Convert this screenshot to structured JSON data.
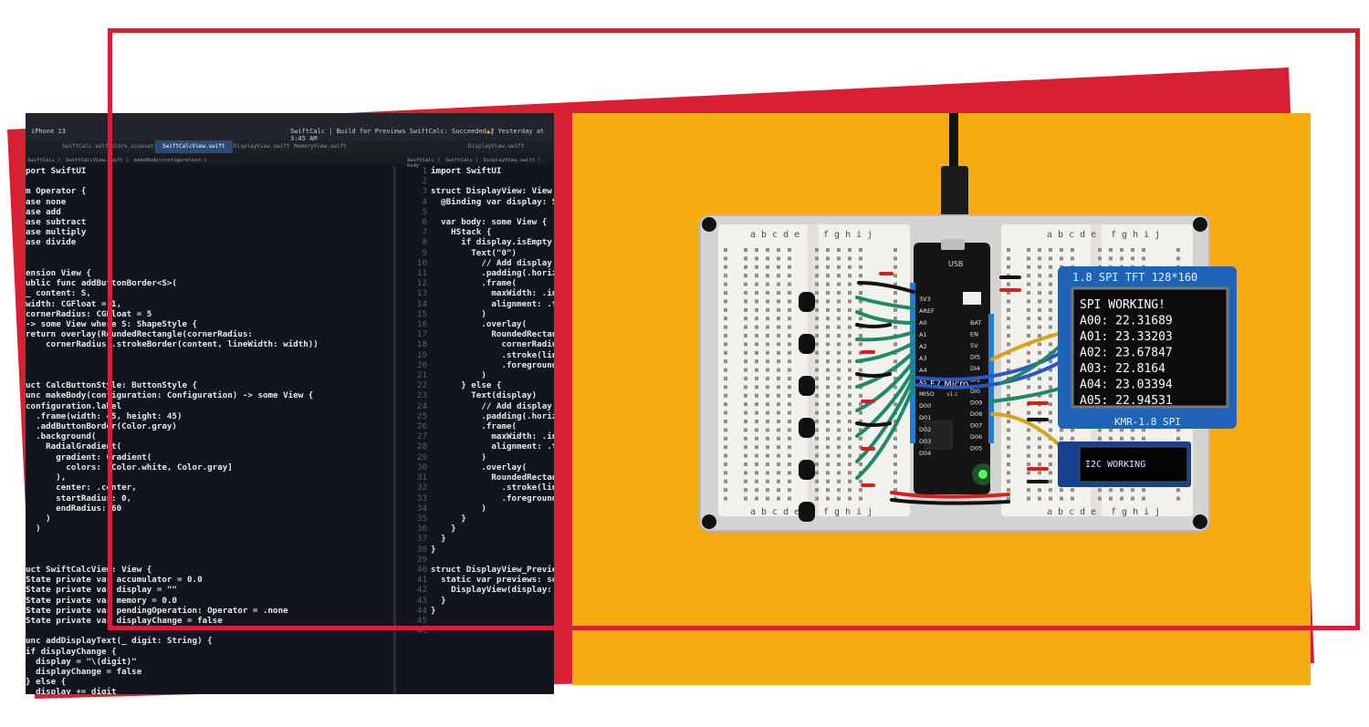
{
  "code_editor": {
    "device": "iPhone 13",
    "build_status": "SwiftCalc | Build for Previews SwiftCalc: Succeeded | Yesterday at 3:45 AM",
    "warning_count": "2",
    "tabs": [
      "SwiftCalc.swift",
      "Colors.xcassets",
      "SwiftCalcView.swift",
      "DisplayView.swift",
      "MemoryView.swift",
      "DisplayView.swift"
    ],
    "breadcrumb_left": "SwiftCalc 〉 SwiftCalcView.swift 〉 makeBody(configuration:)",
    "breadcrumb_right": "SwiftCalc 〉 SwiftCalc 〉 DisplayView.swift 〉 body",
    "left_code": [
      "port SwiftUI",
      "",
      "m Operator {",
      "ase none",
      "ase add",
      "ase subtract",
      "ase multiply",
      "ase divide",
      "",
      "",
      "ension View {",
      "ublic func addButtonBorder<S>(",
      "_ content: S,",
      "width: CGFloat = 1,",
      "cornerRadius: CGFloat = 5",
      "-> some View where S: ShapeStyle {",
      "return overlay(RoundedRectangle(cornerRadius:",
      "    cornerRadius).strokeBorder(content, lineWidth: width))",
      "",
      "",
      "",
      "uct CalcButtonStyle: ButtonStyle {",
      "unc makeBody(configuration: Configuration) -> some View {",
      "configuration.label",
      "  .frame(width: 45, height: 45)",
      "  .addButtonBorder(Color.gray)",
      "  .background(",
      "    RadialGradient(",
      "      gradient: Gradient(",
      "        colors: [Color.white, Color.gray]",
      "      ),",
      "      center: .center,",
      "      startRadius: 0,",
      "      endRadius: 60",
      "    )",
      "  )",
      "",
      "",
      "",
      "uct SwiftCalcView: View {",
      "State private var accumulator = 0.0",
      "State private var display = \"\"",
      "State private var memory = 0.0",
      "State private var pendingOperation: Operator = .none",
      "State private var displayChange = false",
      "",
      "unc addDisplayText(_ digit: String) {",
      "if displayChange {",
      "  display = \"\\(digit)\"",
      "  displayChange = false",
      "} else {",
      "  display += digit"
    ],
    "line_numbers": [
      "1",
      "2",
      "3",
      "4",
      "5",
      "6",
      "7",
      "8",
      "9",
      "10",
      "11",
      "12",
      "13",
      "14",
      "15",
      "16",
      "17",
      "18",
      "19",
      "20",
      "21",
      "22",
      "23",
      "24",
      "25",
      "26",
      "27",
      "28",
      "29",
      "30",
      "31",
      "32",
      "33",
      "34",
      "35",
      "36",
      "37",
      "38",
      "39",
      "40",
      "41",
      "42",
      "43",
      "44",
      "45",
      "46"
    ],
    "right_code": [
      "import SwiftUI",
      "",
      "struct DisplayView: View {",
      "  @Binding var display: St",
      "",
      "  var body: some View {",
      "    HStack {",
      "      if display.isEmpty {",
      "        Text(\"0\")",
      "          // Add display id",
      "          .padding(.horizo",
      "          .frame(",
      "            maxWidth: .infi",
      "            alignment: .tr",
      "          )",
      "          .overlay(",
      "            RoundedRectang",
      "              cornerRadius",
      "              .stroke(lineW",
      "              .foregroundC",
      "          )",
      "      } else {",
      "        Text(display)",
      "          // Add display id",
      "          .padding(.horizo",
      "          .frame(",
      "            maxWidth: .infi",
      "            alignment: .tr",
      "          )",
      "          .overlay(",
      "            RoundedRectangl",
      "              .stroke(lineW",
      "              .foregroundC",
      "          )",
      "      }",
      "    }",
      "  }",
      "}",
      "",
      "struct DisplayView_Previews",
      "  static var previews: some",
      "    DisplayView(display: .c",
      "  }",
      "}",
      ""
    ]
  },
  "circuit": {
    "row_letters_left": "a b c d e",
    "row_letters_right": "f g h i j",
    "board_label": "F7 Micro",
    "board_version": "v1.c",
    "usb_label": "USB",
    "pins_left": [
      "3V3",
      "AREF",
      "A0",
      "A1",
      "A2",
      "A3",
      "A4",
      "A5",
      "MISO",
      "D00",
      "D01",
      "D02",
      "D03",
      "D04"
    ],
    "pins_right": [
      "BAT",
      "EN",
      "5V",
      "DI5",
      "DI4",
      "DI1",
      "DI0",
      "D09",
      "D08",
      "D07",
      "D06",
      "D05"
    ],
    "tft_header": "1.8 SPI TFT  128*160",
    "tft_model": "KMR-1.8 SPI",
    "tft_lines": [
      "SPI WORKING!",
      "A00: 22.31689",
      "A01: 23.33203",
      "A02: 23.67847",
      "A03: 22.8164",
      "A04: 23.03394",
      "A05: 22.94531"
    ],
    "oled_text": "I2C WORKING"
  },
  "colors": {
    "accent_red": "#d81f33",
    "photo_orange": "#f5ac12",
    "editor_bg": "#12151d"
  }
}
